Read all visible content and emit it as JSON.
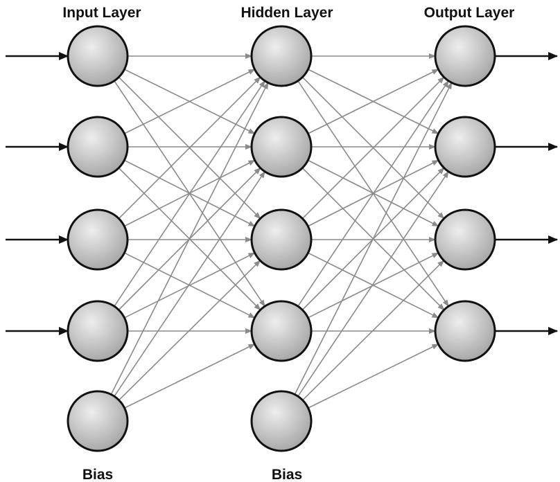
{
  "layers": {
    "input": {
      "title": "Input Layer",
      "node_count": 4,
      "has_bias": true
    },
    "hidden": {
      "title": "Hidden Layer",
      "node_count": 4,
      "has_bias": true
    },
    "output": {
      "title": "Output Layer",
      "node_count": 4,
      "has_bias": false
    }
  },
  "bias_labels": [
    "Bias",
    "Bias"
  ],
  "colors": {
    "node_fill_light": "#eeeeee",
    "node_fill_dark": "#a9a9a9",
    "node_stroke": "#111111",
    "connection": "#8a8a8a",
    "io_arrow": "#111111"
  }
}
